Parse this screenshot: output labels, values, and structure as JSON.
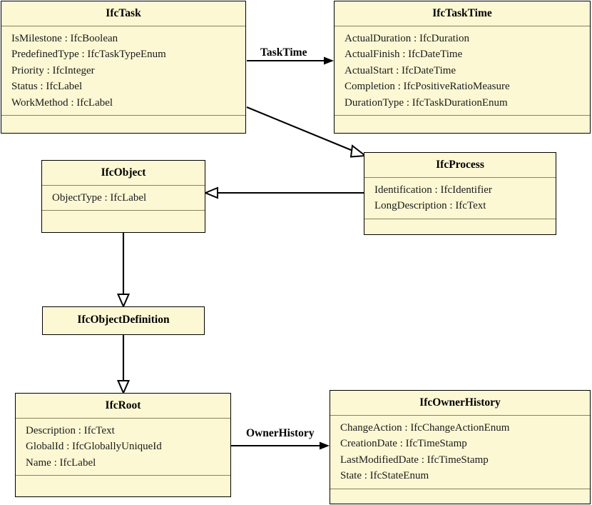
{
  "diagram": {
    "type": "uml-class-diagram",
    "title": "IFC Task and Process class hierarchy",
    "background_color": "#ffffff",
    "class_fill_color": "#fcf8d4",
    "class_border_color": "#000000",
    "compartment_divider_color": "#8a8259"
  },
  "classes": [
    {
      "id": "ifc-task",
      "name": "IfcTask",
      "attributes": [
        "IsMilestone : IfcBoolean",
        "PredefinedType : IfcTaskTypeEnum",
        "Priority : IfcInteger",
        "Status : IfcLabel",
        "WorkMethod : IfcLabel"
      ],
      "has_footer": true
    },
    {
      "id": "ifc-task-time",
      "name": "IfcTaskTime",
      "attributes": [
        "ActualDuration : IfcDuration",
        "ActualFinish : IfcDateTime",
        "ActualStart : IfcDateTime",
        "Completion : IfcPositiveRatioMeasure",
        "DurationType : IfcTaskDurationEnum"
      ],
      "has_footer": true
    },
    {
      "id": "ifc-object",
      "name": "IfcObject",
      "attributes": [
        "ObjectType : IfcLabel"
      ],
      "has_footer": true
    },
    {
      "id": "ifc-process",
      "name": "IfcProcess",
      "attributes": [
        "Identification : IfcIdentifier",
        "LongDescription : IfcText"
      ],
      "has_footer": true
    },
    {
      "id": "ifc-object-definition",
      "name": "IfcObjectDefinition",
      "attributes": [],
      "has_footer": false
    },
    {
      "id": "ifc-root",
      "name": "IfcRoot",
      "attributes": [
        "Description : IfcText",
        "GlobalId : IfcGloballyUniqueId",
        "Name : IfcLabel"
      ],
      "has_footer": true
    },
    {
      "id": "ifc-owner-history",
      "name": "IfcOwnerHistory",
      "attributes": [
        "ChangeAction : IfcChangeActionEnum",
        "CreationDate : IfcTimeStamp",
        "LastModifiedDate : IfcTimeStamp",
        "State : IfcStateEnum"
      ],
      "has_footer": true
    }
  ],
  "relationships": [
    {
      "id": "task-tasktime",
      "label": "TaskTime",
      "from": "IfcTask",
      "to": "IfcTaskTime",
      "kind": "association"
    },
    {
      "id": "task-process",
      "label": "",
      "from": "IfcTask",
      "to": "IfcProcess",
      "kind": "generalization"
    },
    {
      "id": "process-object",
      "label": "",
      "from": "IfcProcess",
      "to": "IfcObject",
      "kind": "generalization"
    },
    {
      "id": "object-objectdefinition",
      "label": "",
      "from": "IfcObject",
      "to": "IfcObjectDefinition",
      "kind": "generalization"
    },
    {
      "id": "objectdefinition-root",
      "label": "",
      "from": "IfcObjectDefinition",
      "to": "IfcRoot",
      "kind": "generalization"
    },
    {
      "id": "root-ownerhistory",
      "label": "OwnerHistory",
      "from": "IfcRoot",
      "to": "IfcOwnerHistory",
      "kind": "association"
    }
  ]
}
